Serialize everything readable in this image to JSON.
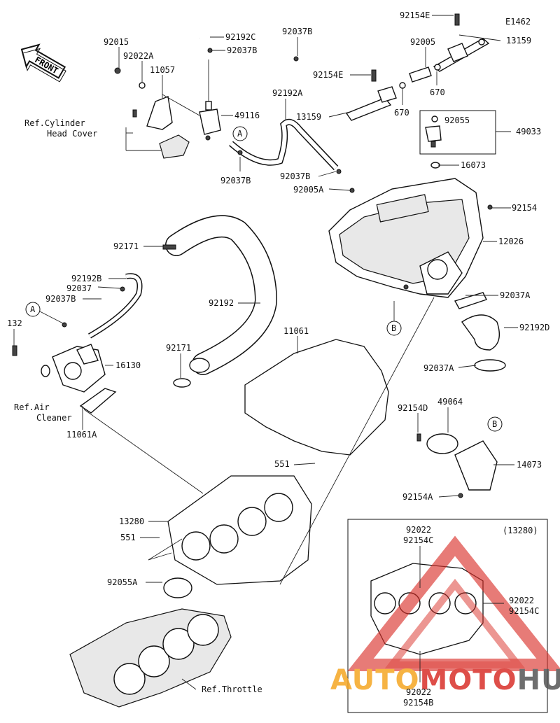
{
  "diagram": {
    "figure_code": "E1462",
    "front_label": "FRONT",
    "inset_title": "(13280)",
    "callouts": {
      "c92154E": "92154E",
      "c13159_top": "13159",
      "c92005": "92005",
      "c670_a": "670",
      "c92154E_b": "92154E",
      "c13159_mid": "13159",
      "c670_b": "670",
      "c92015": "92015",
      "c92022A": "92022A",
      "c11057": "11057",
      "c92192C": "92192C",
      "c92037B_top": "92037B",
      "c92037B_r": "92037B",
      "c49116": "49116",
      "c92192A": "92192A",
      "c92037B_mid": "92037B",
      "c92037B_b": "92037B",
      "c92005A": "92005A",
      "c92055": "92055",
      "c49033": "49033",
      "c16073": "16073",
      "c92154": "92154",
      "c12026": "12026",
      "c92171_a": "92171",
      "c92192B": "92192B",
      "c92037": "92037",
      "c92037B_l": "92037B",
      "c92192": "92192",
      "c92037A": "92037A",
      "c92192D": "92192D",
      "c132": "132",
      "c11061": "11061",
      "c92171_b": "92171",
      "c16130": "16130",
      "c92037A_b": "92037A",
      "c11061A": "11061A",
      "c92154D": "92154D",
      "c49064": "49064",
      "c14073": "14073",
      "c92154A": "92154A",
      "c551_a": "551",
      "c13280": "13280",
      "c551_b": "551",
      "c92055A": "92055A",
      "in_92022_t": "92022",
      "in_92154C_t": "92154C",
      "in_92022_r": "92022",
      "in_92154C_r": "92154C",
      "in_92022_b": "92022",
      "in_92154B_b": "92154B"
    },
    "references": {
      "cyl_head_1": "Ref.Cylinder",
      "cyl_head_2": "Head Cover",
      "air_cleaner_1": "Ref.Air",
      "air_cleaner_2": "Cleaner",
      "throttle": "Ref.Throttle"
    },
    "connectors": {
      "A_upper": "A",
      "A_left": "A",
      "B_lower": "B",
      "B_right": "B"
    },
    "watermark": {
      "part1": "AUTO",
      "part2": "MOTO",
      "part3": "HUB",
      "color_orange": "#f5a623",
      "color_red": "#d9302a",
      "color_dark": "#555555"
    }
  }
}
